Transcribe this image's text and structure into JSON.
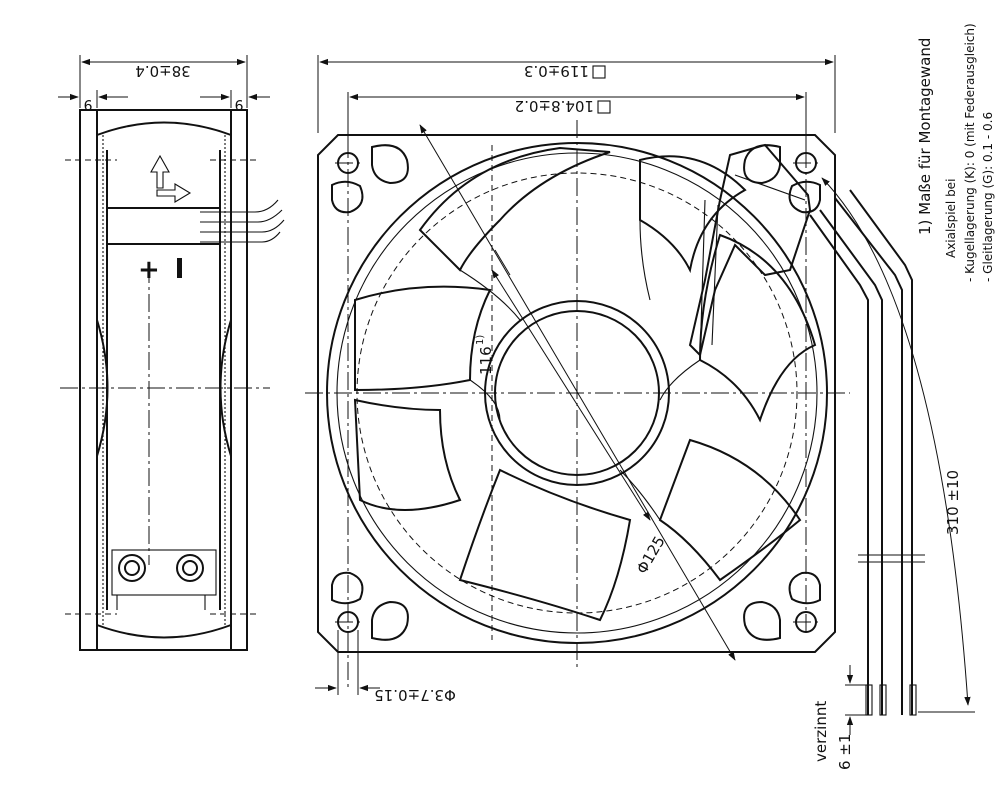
{
  "dimensions": {
    "depth": "38±0.4",
    "flange_left": "9",
    "flange_right": "9",
    "frame_width": "119±0.3",
    "hole_spacing": "104.8±0.2",
    "mounting_hole": "Φ3.7±0.15",
    "diagonal": "116",
    "diagonal_note_ref": "1)",
    "blade_diameter": "Φ125",
    "lead_length": "310 ±10",
    "strip_length": "6 ±1",
    "strip_finish": "verzinnt"
  },
  "notes": {
    "footnote": "1) Maße für Montagewand",
    "axial_title": "Axialspiel bei",
    "axial_ball": "- Kugellagerung (K): 0 (mit Federausgleich)",
    "axial_sleeve": "- Gleitlagerung (G): 0.1 - 0.6"
  },
  "symbols": {
    "polarity_plus": "+",
    "polarity_minus": "-",
    "flow_arrow": "airflow-rotation-arrow-icon"
  }
}
